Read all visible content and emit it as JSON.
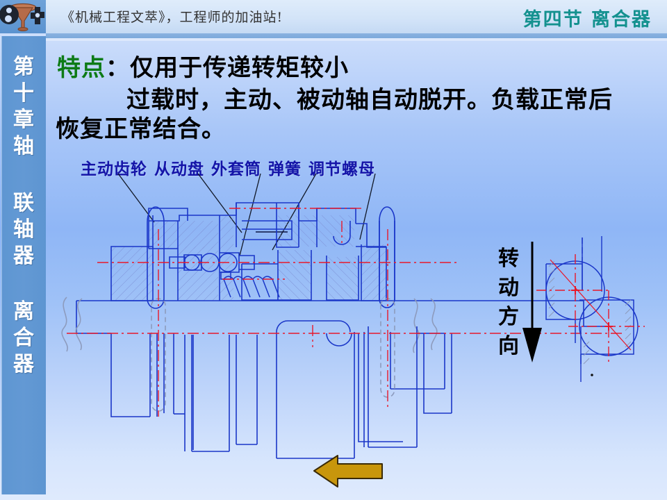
{
  "header": {
    "logo_name": "mechanical-engineering-logo",
    "site_title": "《机械工程文萃》，工程师的加油站!",
    "section_title": "第四节  离合器",
    "section_title_color": "#14918f"
  },
  "sidebar": {
    "background_color": "#5f97d2",
    "blocks": [
      {
        "name": "chapter",
        "chars": [
          "第",
          "十",
          "章",
          "轴"
        ]
      },
      {
        "name": "coupling",
        "chars": [
          "联",
          "轴",
          "器"
        ]
      },
      {
        "name": "clutch",
        "chars": [
          "离",
          "合",
          "器"
        ]
      }
    ]
  },
  "content": {
    "feature_label": "特点",
    "feature_colon": "：",
    "feature_text": "仅用于传递转矩较小",
    "line2": "过载时，主动、被动轴自动脱开。负载正常后",
    "line3": "恢复正常结合。",
    "label_color_green": "#0d7b16",
    "text_color": "#000000"
  },
  "diagram": {
    "title_color": "#1414a8",
    "part_labels": [
      "主动齿轮",
      "从动盘",
      "外套筒",
      "弹簧",
      "调节螺母"
    ],
    "line_color": "#1a36c8",
    "center_line_color": "#e8182a",
    "hatch_color": "#7f93d8",
    "hidden_line_color": "#8d9bbd"
  },
  "rotation": {
    "label_chars": [
      "转",
      "动",
      "方",
      "向"
    ],
    "arrow_name": "down-arrow",
    "arrow_color": "#000000"
  },
  "bottom_arrow": {
    "name": "left-arrow",
    "fill": "#c8960c",
    "stroke": "#3a2a06"
  }
}
